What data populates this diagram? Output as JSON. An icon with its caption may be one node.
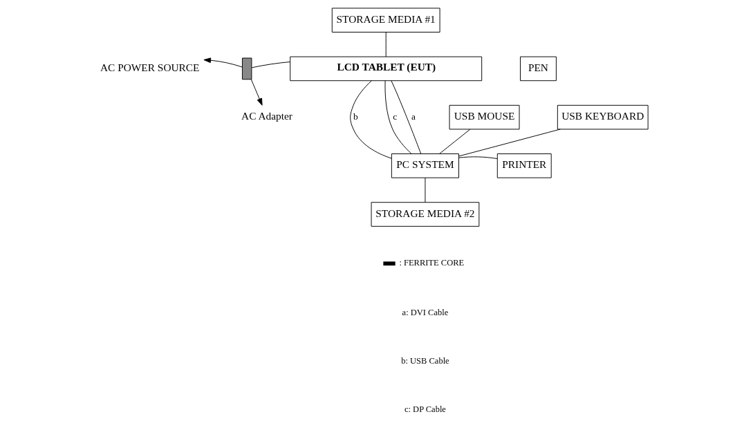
{
  "diagram": {
    "nodes": [
      {
        "text": [
          "STORAGE MEDIA #1"
        ]
      },
      {
        "text": [
          "AC POWER SOURCE"
        ]
      },
      {
        "text": [],
        "shape": "box"
      },
      {
        "text": [
          "LCD TABLET (EUT)"
        ]
      },
      {
        "text": [
          "PEN"
        ]
      },
      {
        "text": [
          "AC Adapter"
        ]
      },
      {
        "text": [
          "USB MOUSE"
        ]
      },
      {
        "text": [
          "USB KEYBOARD"
        ]
      },
      {
        "text": [
          "PC SYSTEM"
        ]
      },
      {
        "text": [
          "PRINTER"
        ]
      },
      {
        "text": [
          "STORAGE MEDIA #2"
        ]
      }
    ],
    "edges": [
      {
        "from": 0,
        "to": 3,
        "arrow": "none"
      },
      {
        "from": 3,
        "to": 2,
        "arrow": "none"
      },
      {
        "from": 2,
        "to": 1,
        "arrow": "to"
      },
      {
        "from": 2,
        "to": 5,
        "arrow": "to"
      },
      {
        "from": 3,
        "to": 8,
        "arrow": "none",
        "label": "a"
      },
      {
        "from": 3,
        "to": 8,
        "arrow": "none",
        "label": "b"
      },
      {
        "from": 3,
        "to": 8,
        "arrow": "none",
        "label": "c"
      },
      {
        "from": 6,
        "to": 8,
        "arrow": "none"
      },
      {
        "from": 7,
        "to": 8,
        "arrow": "none"
      },
      {
        "from": 8,
        "to": 9,
        "arrow": "none"
      },
      {
        "from": 8,
        "to": 10,
        "arrow": "none"
      }
    ],
    "labels": [
      "a: DVI Cable",
      "b: USB Cable",
      "c: DP Cable"
    ],
    "legend": [
      {
        "text": ": FERRITE CORE"
      }
    ]
  }
}
